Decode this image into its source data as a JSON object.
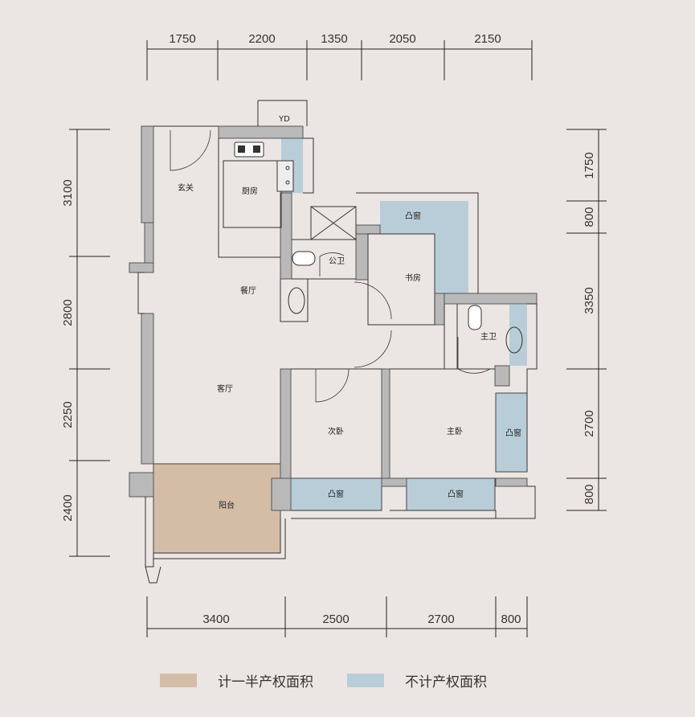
{
  "colors": {
    "background": "#ebe6e3",
    "wall": "#b9b9b9",
    "half_area": "#d4bda6",
    "excluded_area": "#b9cdd8",
    "line": "#333333"
  },
  "dimensions": {
    "top": [
      "1750",
      "2200",
      "1350",
      "2050",
      "2150"
    ],
    "bottom": [
      "3400",
      "2500",
      "2700",
      "800"
    ],
    "left": [
      "3100",
      "2800",
      "2250",
      "2400"
    ],
    "right": [
      "1750",
      "800",
      "3350",
      "2700",
      "800"
    ]
  },
  "rooms": {
    "entry": "玄关",
    "kitchen": "厨房",
    "dining": "餐厅",
    "living": "客厅",
    "balcony": "阳台",
    "public_bath": "公卫",
    "study": "书房",
    "study_bay": "凸窗",
    "master_bath": "主卫",
    "second_bedroom": "次卧",
    "master_bedroom": "主卧",
    "second_bay": "凸窗",
    "master_bay_bottom": "凸窗",
    "master_bay_right": "凸窗",
    "yd": "YD"
  },
  "legend": [
    {
      "label": "计一半产权面积",
      "color": "#d4bda6"
    },
    {
      "label": "不计产权面积",
      "color": "#b9cdd8"
    }
  ]
}
